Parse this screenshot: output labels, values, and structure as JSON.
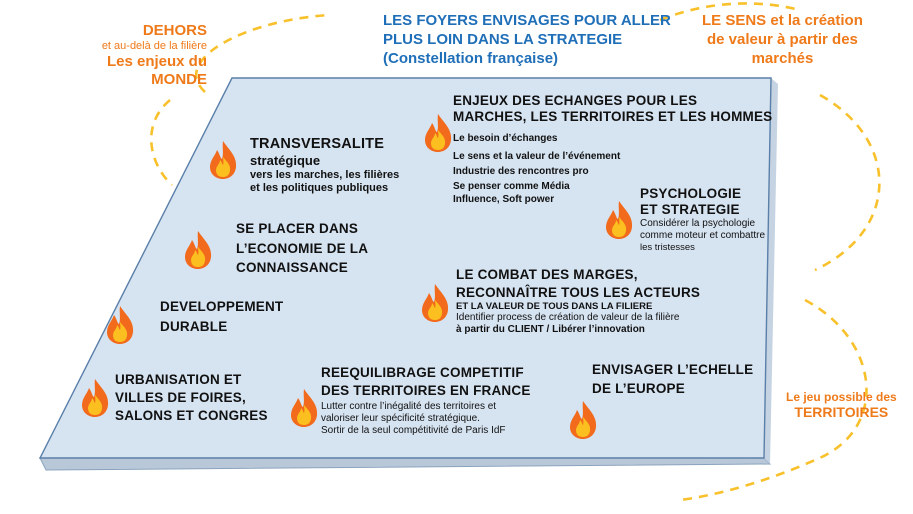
{
  "title": {
    "line1": "LES FOYERS ENVISAGES POUR ALLER",
    "line2": "PLUS LOIN DANS LA STRATEGIE",
    "line3": "(Constellation française)"
  },
  "corners": {
    "dehors": {
      "line1": "DEHORS",
      "line2": "et au-delà de la filière",
      "line3": "Les enjeux du",
      "line4": "MONDE"
    },
    "sens": {
      "line1": "LE SENS et la création",
      "line2": "de valeur à partir des",
      "line3": "marchés"
    },
    "territoires": {
      "line1": "Le jeu possible des",
      "line2": "TERRITOIRES"
    }
  },
  "foyers": {
    "transversalite": {
      "title": "TRANSVERSALITE",
      "subtitle": "stratégique",
      "line1": "vers les marches, les filières",
      "line2": "et les politiques publiques"
    },
    "enjeux": {
      "title1": "ENJEUX DES ECHANGES POUR LES",
      "title2": "MARCHES, LES TERRITOIRES ET LES HOMMES",
      "items": [
        "Le besoin d’échanges",
        "Le sens et la valeur de l’événement",
        "Industrie des rencontres pro",
        "Se penser comme Média",
        "Influence, Soft power"
      ]
    },
    "psychologie": {
      "title1": "PSYCHOLOGIE",
      "title2": "ET STRATEGIE",
      "line1": "Considérer la psychologie",
      "line2": "comme moteur et combattre",
      "line3": "les tristesses"
    },
    "economie": {
      "line1": "SE PLACER DANS",
      "line2": "L’ECONOMIE DE LA",
      "line3": "CONNAISSANCE"
    },
    "combat": {
      "title1": "LE COMBAT DES MARGES,",
      "title2": "RECONNAÎTRE TOUS LES ACTEURS",
      "line3": "ET LA VALEUR DE TOUS DANS LA FILIERE",
      "line4": "Identifier process de création de valeur de la filière",
      "line5": "à partir du CLIENT  / Libérer l’innovation"
    },
    "developpement": {
      "line1": "DEVELOPPEMENT",
      "line2": "DURABLE"
    },
    "urbanisation": {
      "line1": "URBANISATION ET",
      "line2": "VILLES DE FOIRES,",
      "line3": "SALONS ET CONGRES"
    },
    "reequilibrage": {
      "title1": "REEQUILIBRAGE COMPETITIF",
      "title2": "DES TERRITOIRES EN FRANCE",
      "line1": "Lutter contre l’inégalité des territoires et",
      "line2": "valoriser leur spécificité stratégique.",
      "line3": "Sortir de la seul compétitivité de Paris IdF"
    },
    "europe": {
      "line1": "ENVISAGER L’ECHELLE",
      "line2": "DE L’EUROPE"
    }
  },
  "colors": {
    "board_top": "#d6e3f1",
    "board_side": "#b9c8d9",
    "arc": "#f8c12c",
    "orange": "#ef7a1a",
    "blue": "#1f6fb8",
    "flame_outer": "#f26a1b",
    "flame_inner": "#fbbf1f"
  }
}
